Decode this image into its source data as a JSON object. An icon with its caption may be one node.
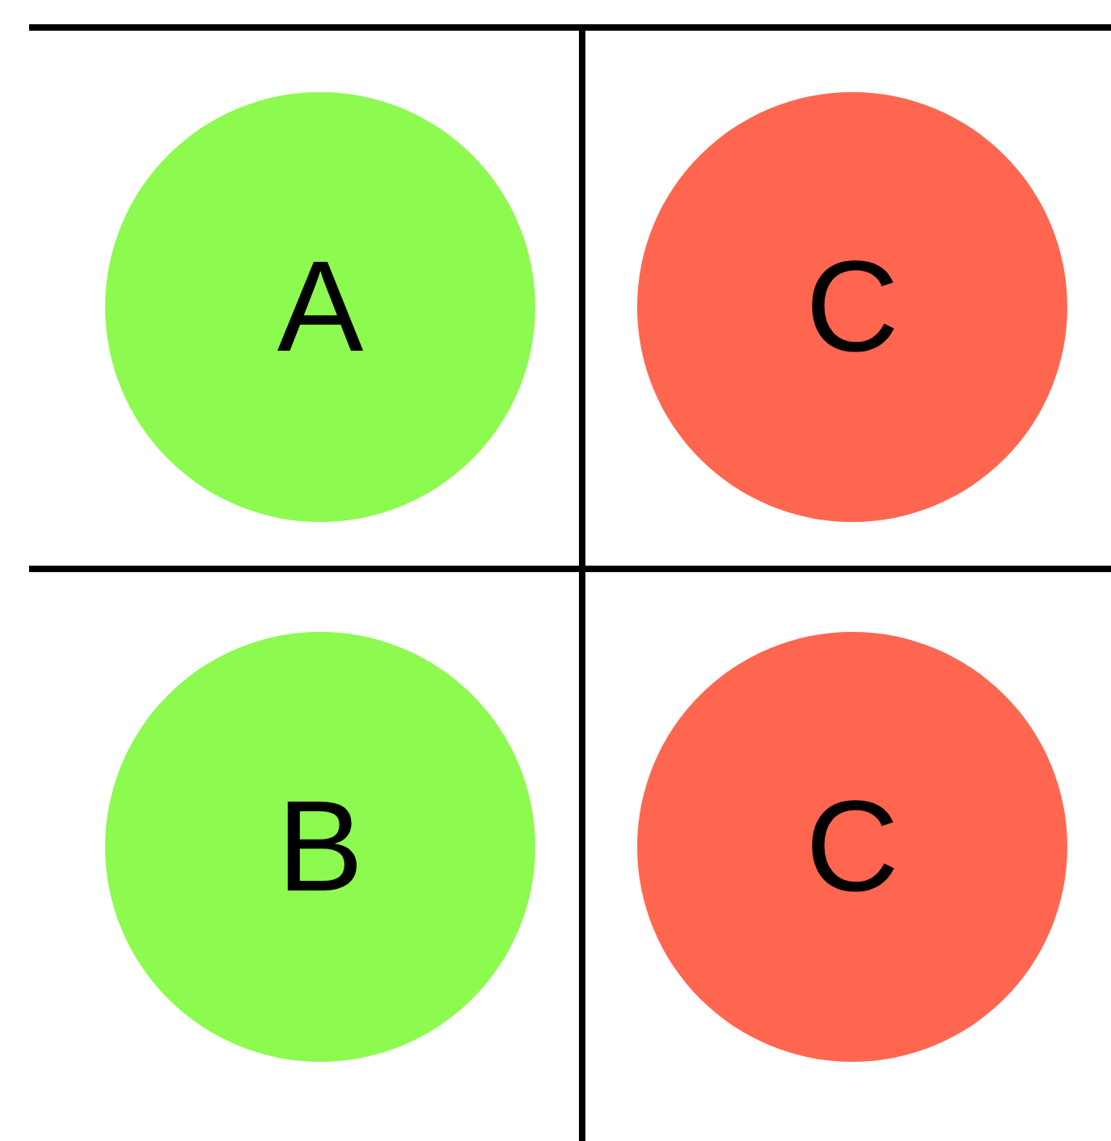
{
  "diagram": {
    "nodes": [
      {
        "text": [
          "A"
        ]
      },
      {
        "text": [
          "C"
        ]
      },
      {
        "text": [
          "B"
        ]
      },
      {
        "text": [
          "C"
        ]
      }
    ]
  }
}
